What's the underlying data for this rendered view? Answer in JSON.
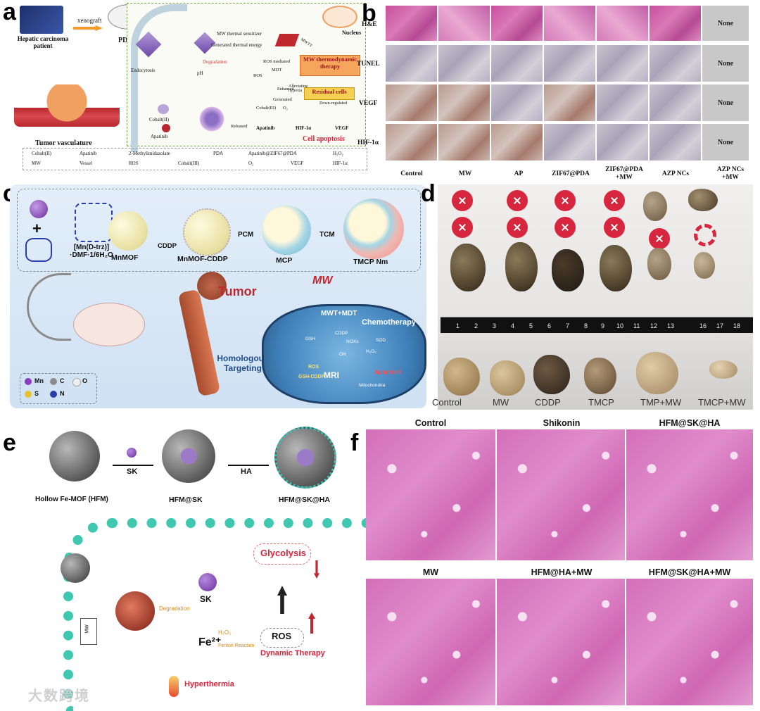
{
  "panels": {
    "a": "a",
    "b": "b",
    "c": "c",
    "d": "d",
    "e": "e",
    "f": "f"
  },
  "panel_a": {
    "patient": "Hepatic carcinoma patient",
    "xenograft": "xenograft",
    "pdx": "PDX",
    "tumor_vasculature": "Tumor vasculature",
    "endocytosis": "Endocytosis",
    "ph": "pH",
    "degradation": "Degradation",
    "mw_thermal_sensitizer": "MW thermal sensitizer",
    "generated_thermal_energy": "Generated thermal energy",
    "mwtt": "MWTT",
    "nucleus": "Nucleus",
    "ros_mediated": "ROS mediated",
    "mdt": "MDT",
    "ros": "ROS",
    "mw_thermo_therapy": "MW thermodynamic therapy",
    "enhanced": "Enhanced",
    "alleviating_hypoxia": "Alleviating hypoxia",
    "cobalt_iii": "Cobalt(III)",
    "generated": "Generated",
    "o2": "O₂",
    "residual_cells": "Residual cells",
    "down_regulated": "Down-regulated",
    "hif": "HIF-1α",
    "vegf": "VEGF",
    "cell_apoptosis": "Cell apoptosis",
    "cobalt_ii": "Cobalt(II)",
    "apatinib": "Apatinib",
    "released": "Released",
    "legend": [
      "Cobalt(II)",
      "Apatinib",
      "2-Methylimidazolate",
      "PDA",
      "Apatinib@ZIF67@PDA",
      "H₂O₂",
      "MW",
      "Vessel",
      "ROS",
      "Cobalt(III)",
      "O₂",
      "VEGF",
      "HIF-1α"
    ]
  },
  "panel_b": {
    "rows": [
      "H&E",
      "TUNEL",
      "VEGF",
      "HIF-1α"
    ],
    "columns": [
      "Control",
      "MW",
      "AP",
      "ZIF67@PDA",
      "ZIF67@PDA +MW",
      "AZP NCs",
      "AZP NCs +MW"
    ],
    "none": "None"
  },
  "panel_c": {
    "mn_complex": "[Mn(D-trz)] ·DMF·1/6H₂O",
    "mnmof": "MnMOF",
    "cddp": "CDDP",
    "mnmof_cddp": "MnMOF-CDDP",
    "pcm": "PCM",
    "mcp": "MCP",
    "tcm": "TCM",
    "tmcp": "TMCP Nm",
    "tumor": "Tumor",
    "mw": "MW",
    "homologous_targeting": "Homologous Targeting",
    "mwt_mdt": "MWT+MDT",
    "chemotherapy": "Chemotherapy",
    "gsh": "GSH",
    "nox": "NOXs",
    "sod": "SOD",
    "oh": "OH",
    "h2o2": "H₂O₂",
    "mri": "MRI",
    "ros": "ROS",
    "gsh_cddp": "GSH-CDDP",
    "apoptosis": "Apoptosis",
    "mitochondria": "Mitochondria",
    "legend": [
      "Mn",
      "C",
      "O",
      "S",
      "N"
    ]
  },
  "panel_d": {
    "ruler": [
      "1",
      "2",
      "3",
      "4",
      "5",
      "6",
      "7",
      "8",
      "9",
      "10",
      "11",
      "12",
      "13",
      "16",
      "17",
      "18"
    ],
    "groups": [
      "Control",
      "MW",
      "CDDP",
      "TMCP",
      "TMP+MW",
      "TMCP+MW"
    ]
  },
  "panel_e": {
    "hfm": "Hollow Fe-MOF (HFM)",
    "sk": "SK",
    "hfm_sk": "HFM@SK",
    "ha": "HA",
    "hfm_sk_ha": "HFM@SK@HA",
    "degradation": "Degradation",
    "glycolysis": "Glycolysis",
    "fe": "Fe²⁺",
    "h2o2": "H₂O₂",
    "fenton": "Fenton Reaction",
    "ros": "ROS",
    "dynamic_therapy": "Dynamic Therapy",
    "hyperthermia": "Hyperthermia",
    "mw": "MW"
  },
  "panel_f": {
    "titles": [
      "Control",
      "Shikonin",
      "HFM@SK@HA",
      "MW",
      "HFM@HA+MW",
      "HFM@SK@HA+MW"
    ]
  },
  "watermark": "大数跨境",
  "colors": {
    "red": "#d7263d",
    "blue": "#1f74c9",
    "teal": "#2ec4b6",
    "he": "#d36fba"
  }
}
